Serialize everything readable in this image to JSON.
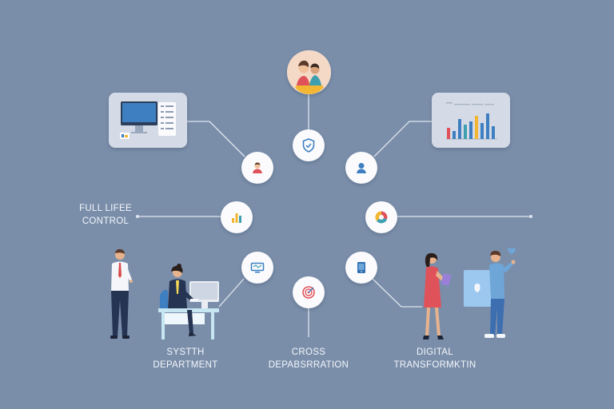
{
  "labels": {
    "full_life_control": {
      "line1": "FULL LIFEE",
      "line2": "CONTROL"
    },
    "system_department": {
      "line1": "SYSTTH",
      "line2": "DEPARTMENT"
    },
    "cross_departmentation": {
      "line1": "CROSS",
      "line2": "DEPABSRRATION"
    },
    "digital_transformation": {
      "line1": "DIGITAL",
      "line2": "TRANSFORMKTIN"
    }
  },
  "colors": {
    "background": "#7a8eaa",
    "node_fill": "#fbfbfd",
    "card_fill": "#d5dbe6",
    "line": "#dfe5ee",
    "accent_blue": "#3d7fc0",
    "accent_red": "#e0525a",
    "accent_yellow": "#f2b632"
  },
  "icons": [
    "team-avatar-icon",
    "shield-icon",
    "user-red-icon",
    "user-blue-icon",
    "bar-chart-icon",
    "pie-chart-icon",
    "monitor-icon",
    "tablet-icon",
    "target-icon",
    "computer-card-icon",
    "chart-card-icon"
  ]
}
